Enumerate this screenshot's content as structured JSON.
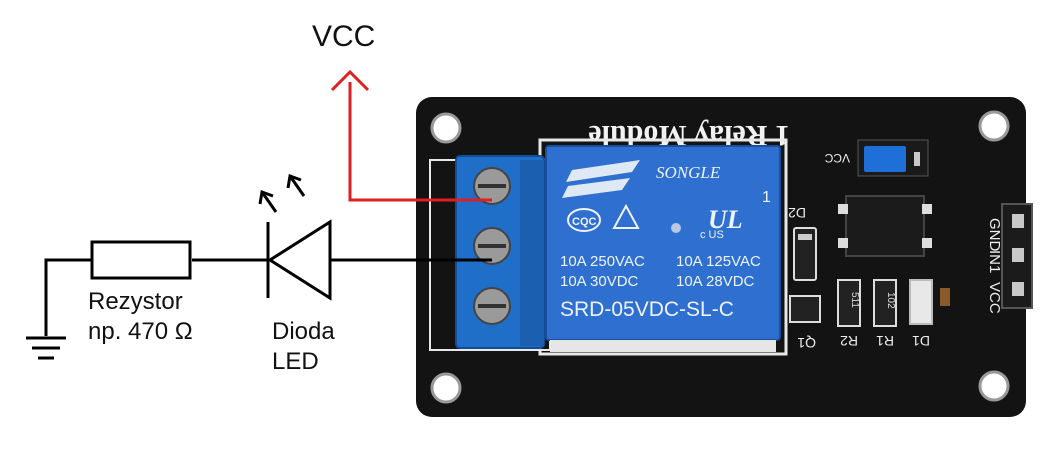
{
  "labels": {
    "vcc": "VCC",
    "resistor": "Rezystor",
    "resistor_value": "np. 470 Ω",
    "led_line1": "Dioda",
    "led_line2": "LED"
  },
  "module": {
    "title": "1 Relay Module",
    "relay_brand": "SONGLE",
    "relay_cert": "CQC",
    "relay_ul": "c US",
    "relay_rating_1": "10A 250VAC",
    "relay_rating_2": "10A 125VAC",
    "relay_rating_3": "10A 30VDC",
    "relay_rating_4": "10A 28VDC",
    "relay_model": "SRD-05VDC-SL-C",
    "relay_num": "1",
    "jumper_label": "VCC",
    "pin_gnd": "GND",
    "pin_in": "IN1",
    "pin_vcc": "VCC",
    "comp_d2": "D2",
    "comp_q1": "Q1",
    "comp_r2": "R2",
    "comp_r1": "R1",
    "comp_d1": "D1",
    "comp_r2_code": "511",
    "comp_r1_code": "102"
  },
  "colors": {
    "vcc_wire": "#e02020",
    "wire": "#000000",
    "pcb": "#111111",
    "relay": "#2f6fcf",
    "terminal": "#1f6fc8",
    "jumper": "#1f6fd8"
  }
}
